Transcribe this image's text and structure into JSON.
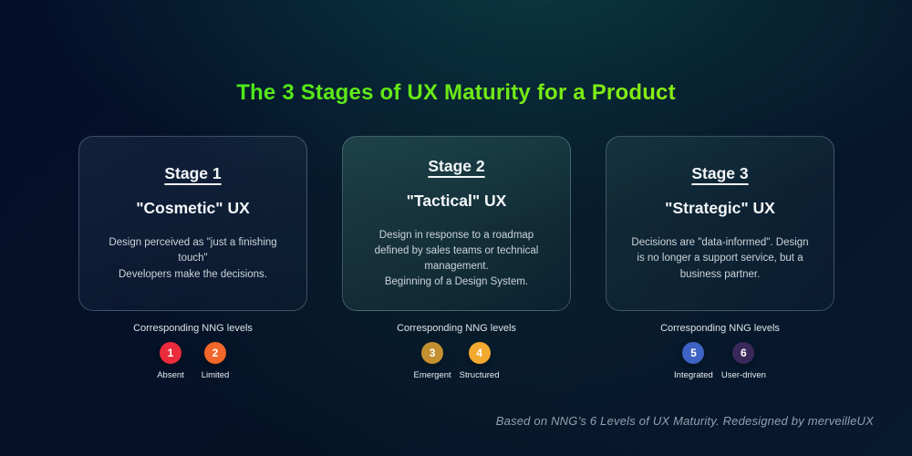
{
  "title": {
    "text": "The 3 Stages of UX Maturity for a Product",
    "gradient_from": "#2fe41d",
    "gradient_to": "#a8f00f"
  },
  "cards": [
    {
      "stage": "Stage 1",
      "title": "\"Cosmetic\" UX",
      "description": [
        "Design perceived as \"just a finishing touch\"",
        "Developers make the decisions."
      ],
      "nng_label": "Corresponding NNG levels",
      "levels": [
        {
          "number": "1",
          "name": "Absent",
          "color": "#ea2b3c"
        },
        {
          "number": "2",
          "name": "Limited",
          "color": "#f1662a"
        }
      ]
    },
    {
      "stage": "Stage 2",
      "title": "\"Tactical\" UX",
      "description": [
        "Design in response to a roadmap defined by sales teams or technical management.",
        "Beginning of a Design System."
      ],
      "nng_label": "Corresponding NNG levels",
      "levels": [
        {
          "number": "3",
          "name": "Emergent",
          "color": "#c3902f"
        },
        {
          "number": "4",
          "name": "Structured",
          "color": "#f2a930"
        }
      ]
    },
    {
      "stage": "Stage 3",
      "title": "\"Strategic\" UX",
      "description": [
        "Decisions are \"data-informed\". Design is no longer a support service, but a business partner."
      ],
      "nng_label": "Corresponding NNG levels",
      "levels": [
        {
          "number": "5",
          "name": "Integrated",
          "color": "#3e63c6"
        },
        {
          "number": "6",
          "name": "User-driven",
          "color": "#38295a"
        }
      ]
    }
  ],
  "footer": {
    "text": "Based on NNG’s 6 Levels of UX Maturity. Redesigned by merveilleUX"
  }
}
